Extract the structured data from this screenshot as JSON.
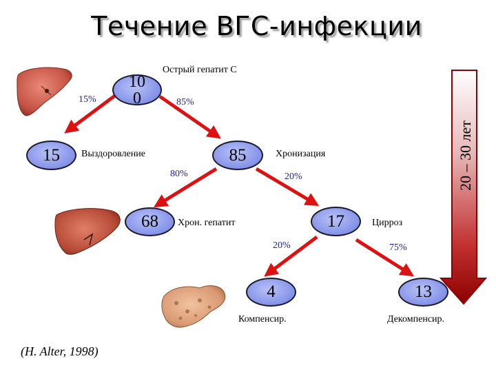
{
  "title": "Течение ВГС-инфекции",
  "nodes": {
    "root": "100",
    "recovery": "15",
    "chronization": "85",
    "chronic_hepatitis": "68",
    "cirrhosis": "17",
    "compensated": "4",
    "decompensated": "13"
  },
  "labels": {
    "acute": "Острый гепатит С",
    "recovery": "Выздоровление",
    "chronization": "Хронизация",
    "chronic_hepatitis": "Хрон. гепатит",
    "cirrhosis": "Цирроз",
    "compensated": "Компенсир.",
    "decompensated": "Декомпенсир."
  },
  "percents": {
    "to_recovery": "15%",
    "to_chronization": "85%",
    "to_chronic_hepatitis": "80%",
    "to_cirrhosis": "20%",
    "to_compensated": "20%",
    "to_decompensated": "75%"
  },
  "timeline": "20 – 30 лет",
  "source": "(H. Alter, 1998)",
  "colors": {
    "arrow": "#dd1111",
    "node_fill": "#8f9cec",
    "percent_text": "#1f1f8c",
    "timeline_dark": "#9b0000"
  },
  "icons": [
    "healthy-liver-icon",
    "hepatitis-liver-icon",
    "cirrhotic-liver-icon"
  ]
}
